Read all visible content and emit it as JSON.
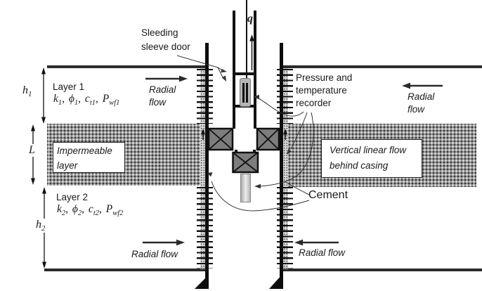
{
  "figure": {
    "description": "Cross-section schematic of a two-layer reservoir with a cased wellbore, sliding sleeve door, packers, pressure/temperature recorder and vertical linear flow behind casing"
  },
  "labels": {
    "sleeve_door_l1": "Sleeding",
    "sleeve_door_l2": "sleeve door",
    "flow_rate": "q",
    "recorder_l1": "Pressure and",
    "recorder_l2": "temperature",
    "recorder_l3": "recorder",
    "radial": "Radial",
    "flow": "flow",
    "radial_flow": "Radial flow",
    "layer1": "Layer 1",
    "layer2": "Layer 2",
    "impermeable_l1": "Impermeable",
    "impermeable_l2": "layer",
    "vertical_flow_l1": "Vertical linear flow",
    "vertical_flow_l2": "behind casing",
    "cement": "Cement"
  },
  "dimensions": {
    "h1": {
      "base": "h",
      "sub": "1"
    },
    "L": {
      "base": "L"
    },
    "h2": {
      "base": "h",
      "sub": "2"
    }
  },
  "layer1_properties": {
    "v1": "k",
    "s1": "1",
    "sep1": ", ",
    "v2": "ϕ",
    "s2": "1",
    "sep2": ", ",
    "v3": "c",
    "s3": "t1",
    "sep3": ", ",
    "v4": "P",
    "s4": "wf1"
  },
  "layer2_properties": {
    "v1": "k",
    "s1": "2",
    "sep1": ", ",
    "v2": "ϕ",
    "s2": "2",
    "sep2": ", ",
    "v3": "c",
    "s3": "t2",
    "sep3": ", ",
    "v4": "P",
    "s4": "wf2"
  },
  "colors": {
    "ink": "#1a1a1a",
    "boundary_line": "#2b2b2b",
    "formation_pattern": "#8f8f8f",
    "cement_band": "#dcdcdc",
    "packer_fill": "#7d7d7d",
    "recorder_fill": "#b5b5b5",
    "tool_fill": "#c9c9c9"
  }
}
